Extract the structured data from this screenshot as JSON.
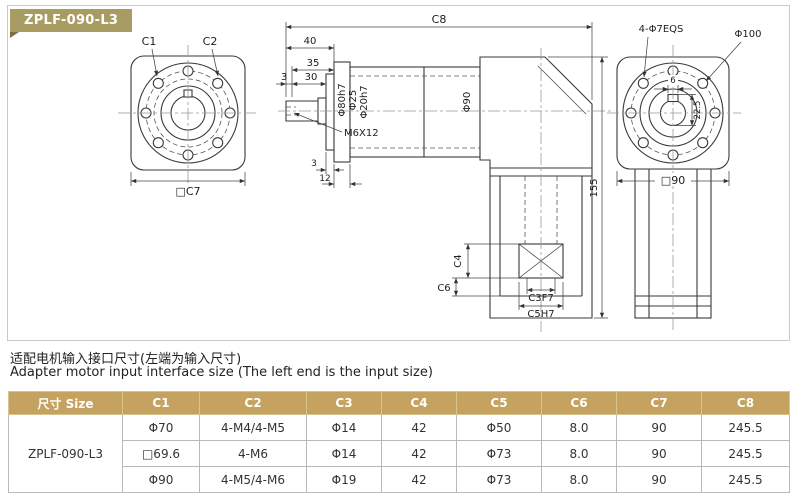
{
  "badge": {
    "label": "ZPLF-090-L3"
  },
  "colors": {
    "badge_bg": "#a89c63",
    "table_header_bg": "#c5a25f",
    "line": "#3a3a3a"
  },
  "drawing": {
    "labels": {
      "c1": "C1",
      "c2": "C2",
      "c7": "□C7",
      "c8": "C8",
      "d40": "40",
      "d35": "35",
      "d3_top": "3",
      "d30": "30",
      "phi80": "Φ80h7",
      "phi25": "Φ25",
      "phi20": "Φ20h7",
      "m6": "M6X12",
      "phi90": "Φ90",
      "d3_side": "3",
      "d12": "12",
      "d155": "155",
      "c4": "C4",
      "c6": "C6",
      "c3f7": "C3F7",
      "c5h7": "C5H7",
      "eqs": "4-Φ7EQS",
      "phi100": "Φ100",
      "d22_5": "22.5",
      "d6": "6",
      "sq90": "□90"
    }
  },
  "caption": {
    "zh": "适配电机输入接口尺寸(左端为输入尺寸)",
    "en": "Adapter motor input interface size (The left end is the input size)"
  },
  "table": {
    "headers": [
      "尺寸 Size",
      "C1",
      "C2",
      "C3",
      "C4",
      "C5",
      "C6",
      "C7",
      "C8"
    ],
    "model": "ZPLF-090-L3",
    "rows": [
      [
        "Φ70",
        "4-M4/4-M5",
        "Φ14",
        "42",
        "Φ50",
        "8.0",
        "90",
        "245.5"
      ],
      [
        "□69.6",
        "4-M6",
        "Φ14",
        "42",
        "Φ73",
        "8.0",
        "90",
        "245.5"
      ],
      [
        "Φ90",
        "4-M5/4-M6",
        "Φ19",
        "42",
        "Φ73",
        "8.0",
        "90",
        "245.5"
      ]
    ]
  }
}
